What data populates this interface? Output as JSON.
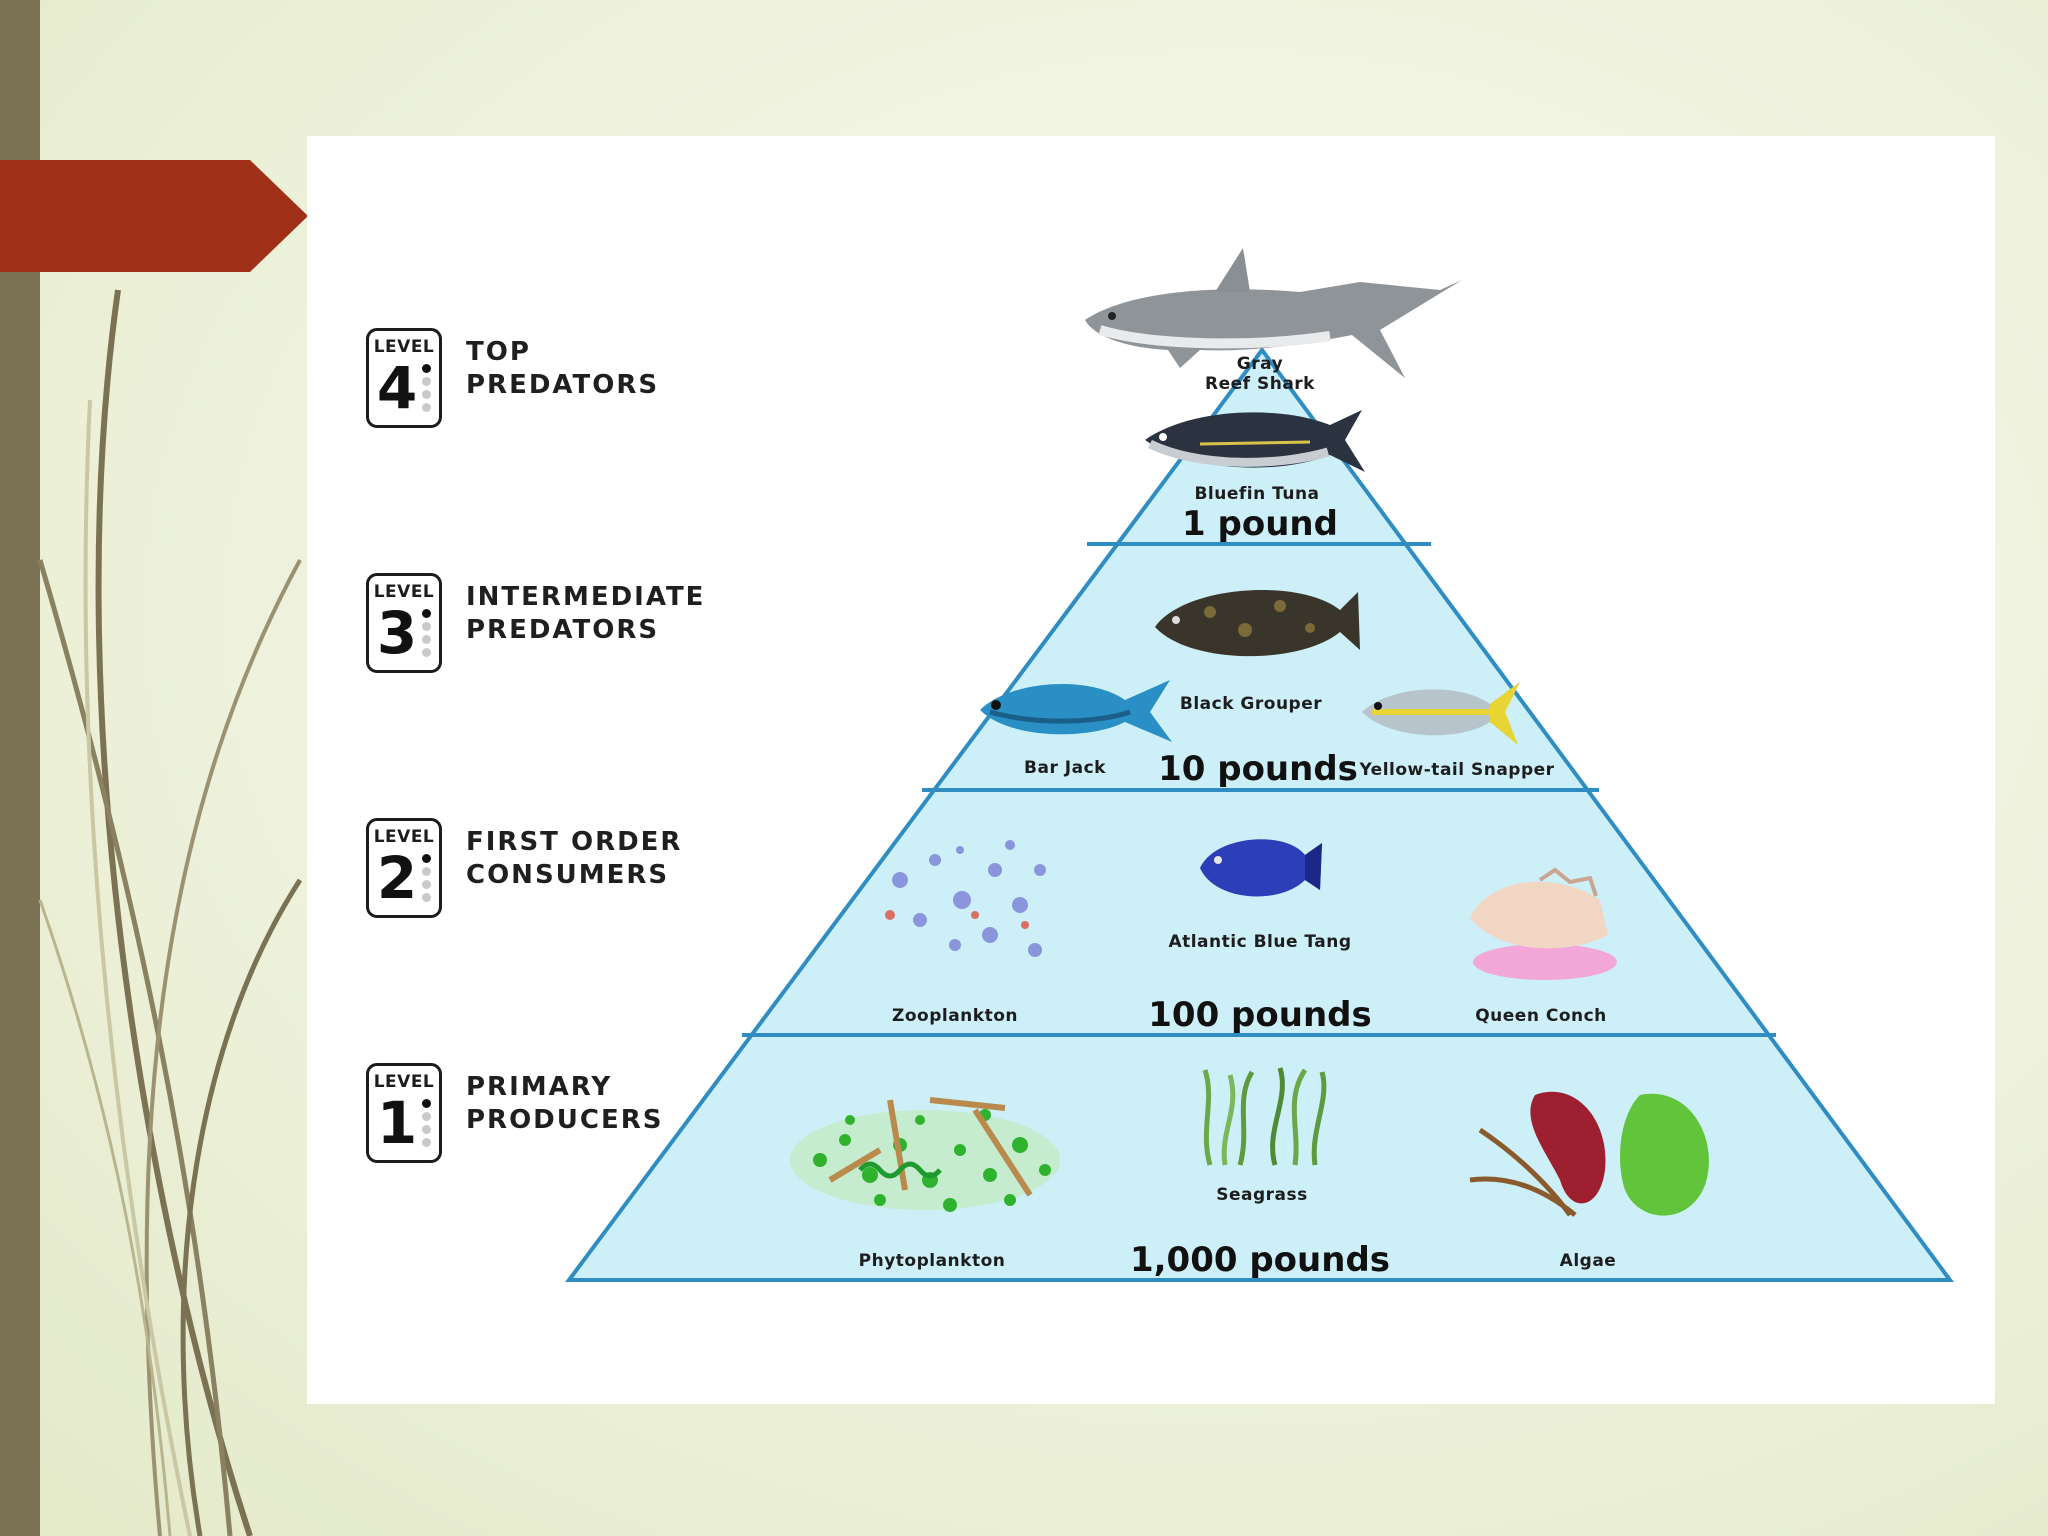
{
  "levels": [
    {
      "word": "LEVEL",
      "number": "4",
      "title_line1": "TOP",
      "title_line2": "PREDATORS"
    },
    {
      "word": "LEVEL",
      "number": "3",
      "title_line1": "INTERMEDIATE",
      "title_line2": "PREDATORS"
    },
    {
      "word": "LEVEL",
      "number": "2",
      "title_line1": "FIRST ORDER",
      "title_line2": "CONSUMERS"
    },
    {
      "word": "LEVEL",
      "number": "1",
      "title_line1": "PRIMARY",
      "title_line2": "PRODUCERS"
    }
  ],
  "organisms": {
    "gray_reef_shark_line1": "Gray",
    "gray_reef_shark_line2": "Reef Shark",
    "bluefin_tuna": "Bluefin Tuna",
    "black_grouper": "Black Grouper",
    "bar_jack": "Bar Jack",
    "yellow_tail_snapper": "Yellow-tail Snapper",
    "zooplankton": "Zooplankton",
    "atlantic_blue_tang": "Atlantic Blue Tang",
    "queen_conch": "Queen Conch",
    "phytoplankton": "Phytoplankton",
    "seagrass": "Seagrass",
    "algae": "Algae"
  },
  "weights": {
    "level4": "1 pound",
    "level3": "10 pounds",
    "level2": "100 pounds",
    "level1": "1,000 pounds"
  },
  "colors": {
    "pyramid_fill": "#cdeff8",
    "pyramid_stroke": "#2f8dc2",
    "accent_red": "#a03118",
    "side_bar": "#7b7253"
  },
  "icons": [
    "shark-icon",
    "tuna-icon",
    "grouper-icon",
    "bar-jack-icon",
    "snapper-icon",
    "zooplankton-icon",
    "blue-tang-icon",
    "conch-icon",
    "phytoplankton-icon",
    "seagrass-icon",
    "algae-icon"
  ]
}
